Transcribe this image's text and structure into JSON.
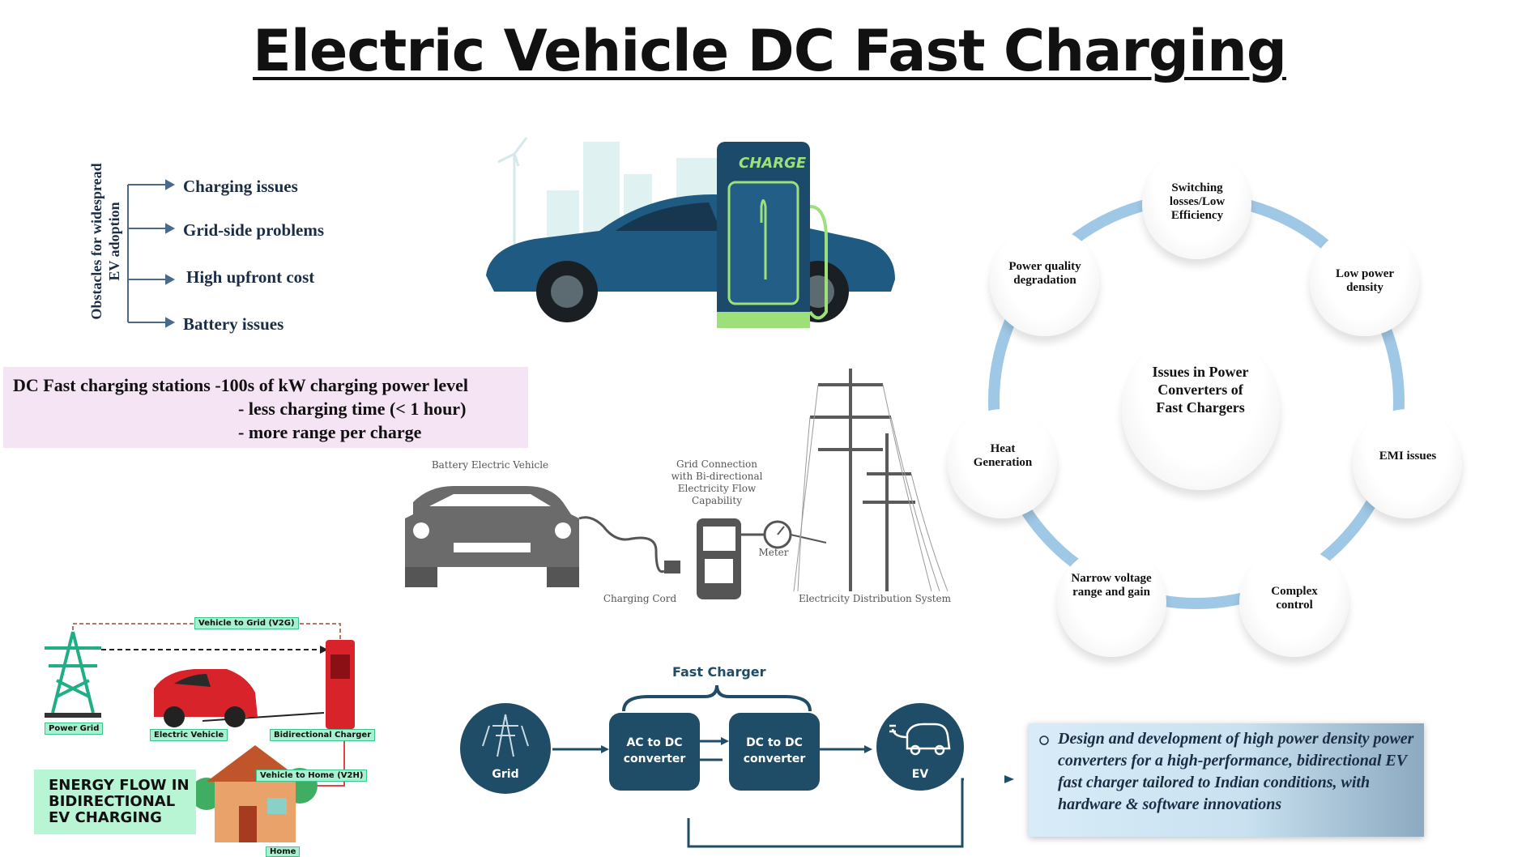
{
  "title": "Electric Vehicle DC Fast Charging",
  "obstacles": {
    "heading_line1": "Obstacles for widespread",
    "heading_line2": "EV adoption",
    "items": [
      "Charging issues",
      "Grid-side problems",
      "High upfront cost",
      "Battery issues"
    ]
  },
  "dc_box": {
    "line1": "DC Fast charging stations -100s of kW charging power level",
    "line2": "- less charging time (< 1 hour)",
    "line3": "- more range per charge"
  },
  "charge_station_label": "CHARGE",
  "bev_diagram": {
    "vehicle_label": "Battery Electric Vehicle",
    "grid_connection_label": "Grid Connection with Bi-directional Electricity Flow Capability",
    "meter_label": "Meter",
    "cord_label": "Charging Cord",
    "distribution_label": "Electricity Distribution System"
  },
  "issues_cycle": {
    "center": "Issues in Power Converters of Fast Chargers",
    "items": [
      "Switching losses/Low Efficiency",
      "Low power density",
      "EMI issues",
      "Complex control",
      "Narrow voltage range and gain",
      "Heat Generation",
      "Power quality degradation"
    ],
    "colors": {
      "ring": "#9fc8e6"
    }
  },
  "bidirectional": {
    "v2g_label": "Vehicle to Grid (V2G)",
    "v2h_label": "Vehicle to Home (V2H)",
    "power_grid": "Power Grid",
    "electric_vehicle": "Electric Vehicle",
    "charger": "Bidirectional Charger",
    "home": "Home",
    "energy_line1": "ENERGY FLOW IN",
    "energy_line2": "BIDIRECTIONAL",
    "energy_line3": "EV CHARGING"
  },
  "fast_charger_flow": {
    "heading": "Fast Charger",
    "grid": "Grid",
    "ac_dc_line1": "AC to DC",
    "ac_dc_line2": "converter",
    "dc_dc_line1": "DC to DC",
    "dc_dc_line2": "converter",
    "ev": "EV",
    "colors": {
      "node": "#1f4c66"
    }
  },
  "design_box": {
    "text": "Design and development of high power density power converters for a high-performance, bidirectional EV fast charger tailored to Indian conditions, with hardware & software innovations"
  }
}
